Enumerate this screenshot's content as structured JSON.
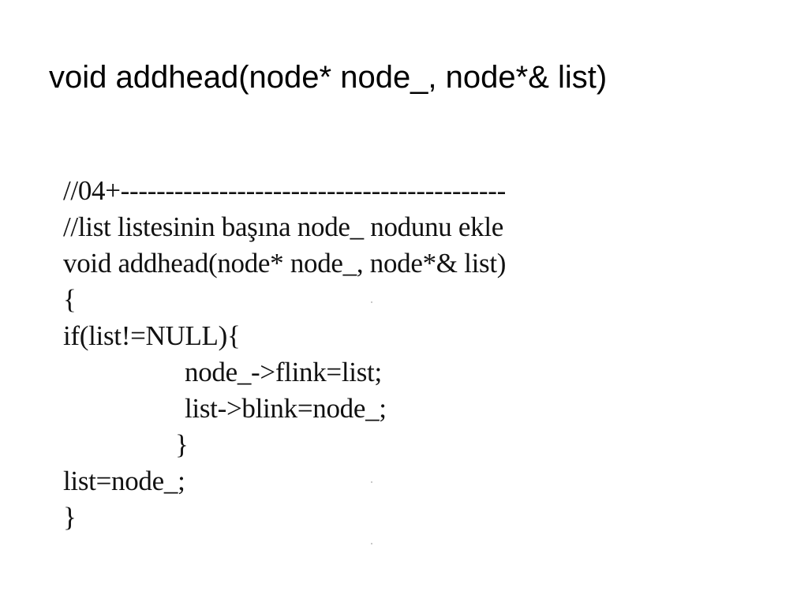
{
  "slide": {
    "title": "void addhead(node* node_, node*& list)"
  },
  "code_image": {
    "lines": [
      "//04+-------------------------------------------",
      "//list listesinin başına node_ nodunu ekle",
      "void addhead(node* node_, node*& list)",
      "{",
      "if(list!=NULL){",
      "node_->flink=list;",
      "list->blink=node_;",
      "}",
      "list=node_;",
      "}"
    ]
  }
}
